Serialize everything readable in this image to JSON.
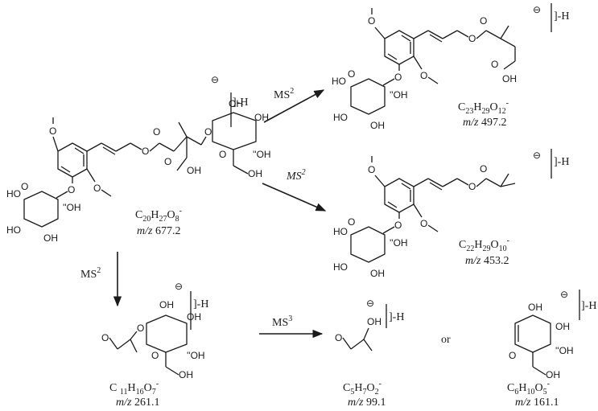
{
  "molecules": [
    {
      "id": "parent",
      "formula_main": "C",
      "sub1": "20",
      "h": "H",
      "sub2": "27",
      "o": "O",
      "sub3": "8",
      "charge": "-",
      "mz_prefix": "m/z",
      "mz_value": "677.2",
      "bracket_label": "]-H"
    },
    {
      "id": "frag497",
      "formula_main": "C",
      "sub1": "23",
      "h": "H",
      "sub2": "29",
      "o": "O",
      "sub3": "12",
      "charge": "-",
      "mz_prefix": "m/z",
      "mz_value": "497.2",
      "bracket_label": "]-H"
    },
    {
      "id": "frag453",
      "formula_main": "C",
      "sub1": "22",
      "h": "H",
      "sub2": "29",
      "o": "O",
      "sub3": "10",
      "charge": "-",
      "mz_prefix": "m/z",
      "mz_value": "453.2",
      "bracket_label": "]-H"
    },
    {
      "id": "frag261",
      "formula_main": "C ",
      "sub1": "11",
      "h": "H",
      "sub2": "16",
      "o": "O",
      "sub3": "7",
      "charge": "-",
      "mz_prefix": "m/z",
      "mz_value": "261.1",
      "bracket_label": "]-H"
    },
    {
      "id": "frag99",
      "formula_main": "C",
      "sub1": "5",
      "h": "H",
      "sub2": "7",
      "o": "O",
      "sub3": "2",
      "charge": "-",
      "mz_prefix": "m/z",
      "mz_value": "99.1",
      "bracket_label": "]-H"
    },
    {
      "id": "frag161",
      "formula_main": "C",
      "sub1": "6",
      "h": "H",
      "sub2": "10",
      "o": "O",
      "sub3": "5",
      "charge": "-",
      "mz_prefix": "m/z",
      "mz_value": "161.1",
      "bracket_label": "]-H"
    }
  ],
  "arrows": {
    "to497": {
      "ms": "MS",
      "level": "2"
    },
    "to453": {
      "ms": "MS",
      "level": "2"
    },
    "to261": {
      "ms": "MS",
      "level": "2"
    },
    "to99": {
      "ms": "MS",
      "level": "3"
    }
  },
  "or_label": "or",
  "atoms": {
    "oh": "OH",
    "ho": "HO",
    "o": "O",
    "oh_left": "HO",
    "ioh": "''OH"
  },
  "charge_symbol": "⊖"
}
